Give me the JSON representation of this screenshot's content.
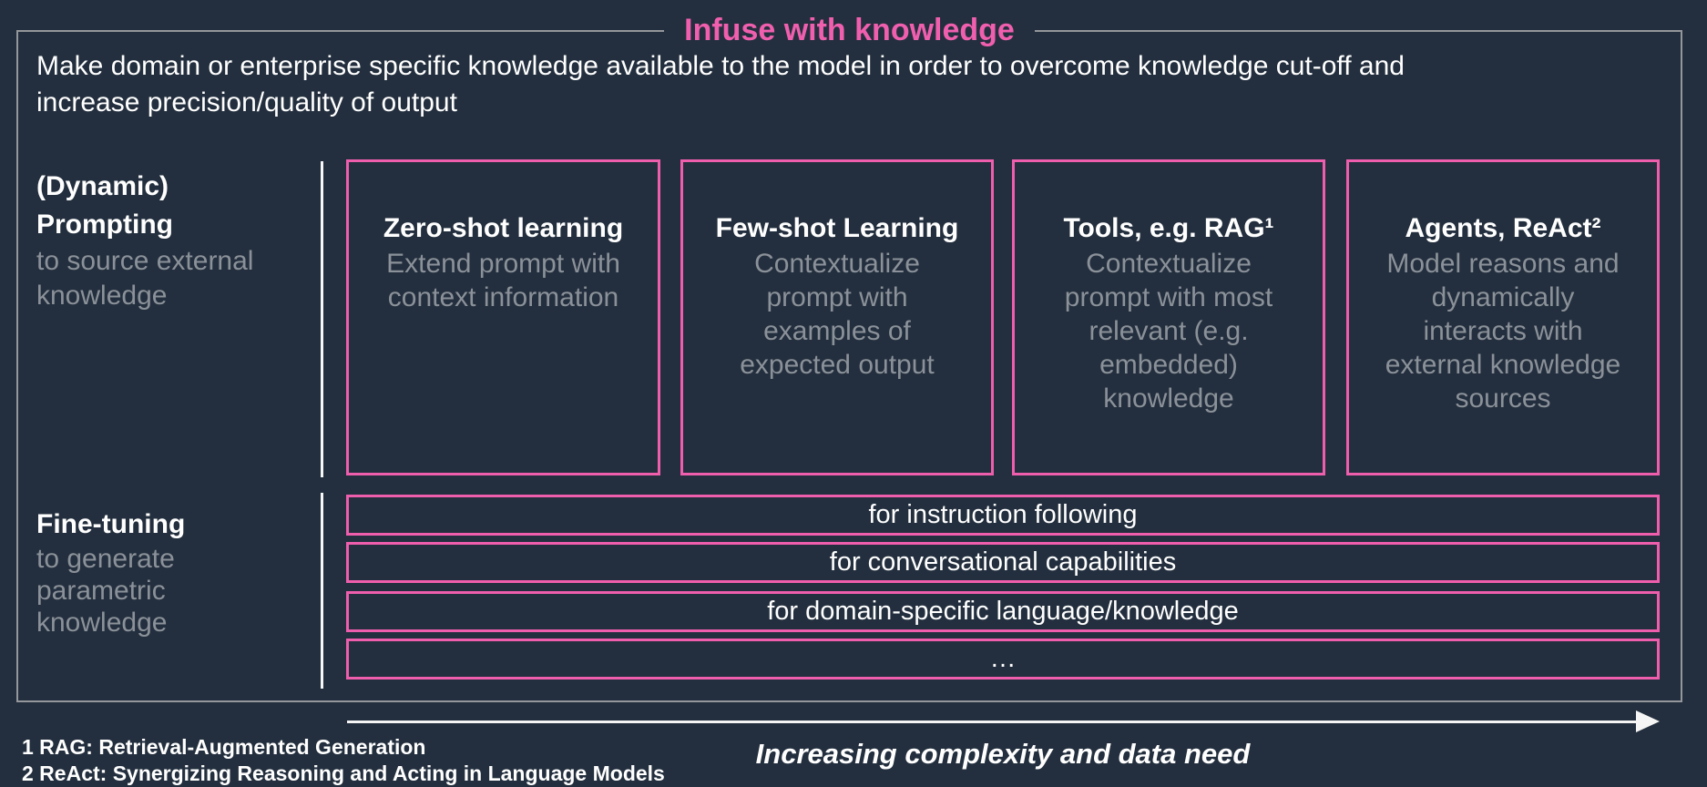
{
  "slide": {
    "title": "Infuse with knowledge",
    "subtitle": "Make domain or enterprise specific knowledge available to the model in order to overcome knowledge cut-off and\nincrease precision/quality of output"
  },
  "prompting_row": {
    "heading": "(Dynamic)\nPrompting",
    "subheading": "to source external\nknowledge",
    "boxes": [
      {
        "title": "Zero-shot learning",
        "desc": "Extend prompt with\ncontext information"
      },
      {
        "title": "Few-shot Learning",
        "desc": "Contextualize\nprompt with\nexamples of\nexpected output"
      },
      {
        "title": "Tools, e.g. RAG¹",
        "desc": "Contextualize\nprompt with most\nrelevant (e.g.\nembedded)\nknowledge"
      },
      {
        "title": "Agents, ReAct²",
        "desc": "Model reasons and\ndynamically\ninteracts with\nexternal knowledge\nsources"
      }
    ]
  },
  "finetuning_row": {
    "heading": "Fine-tuning",
    "subheading": "to generate\nparametric\nknowledge",
    "bars": [
      "for instruction following",
      "for conversational capabilities",
      "for domain-specific language/knowledge",
      "…"
    ]
  },
  "footnotes": [
    "1 RAG: Retrieval-Augmented Generation",
    "2 ReAct: Synergizing Reasoning and Acting in Language Models"
  ],
  "arrow": {
    "label": "Increasing complexity and data need"
  },
  "colors": {
    "background": "#232F3E",
    "accent_pink": "#EF5EAD",
    "muted_text": "#8B9199",
    "frame_gray": "#94979B",
    "white": "#FFFFFF"
  }
}
